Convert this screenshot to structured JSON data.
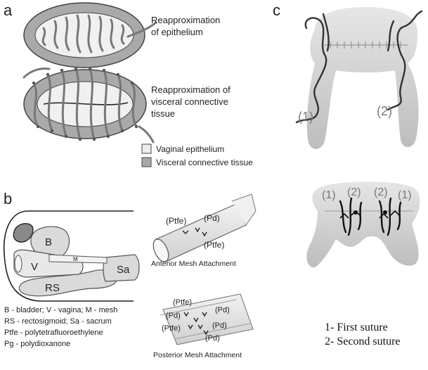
{
  "panel_a": {
    "letter": "a",
    "top_caption": [
      "Reapproximation",
      "of epithelium"
    ],
    "bottom_caption": [
      "Reapproximation of",
      "visceral connective",
      "tissue"
    ],
    "legend": [
      {
        "label": "Vaginal epithelium",
        "color": "#ececec"
      },
      {
        "label": "Visceral connective tissue",
        "color": "#a9a9a9"
      }
    ]
  },
  "panel_b": {
    "letter": "b",
    "organs": {
      "bladder": "B",
      "vagina": "V",
      "mesh": "M",
      "sacrum": "Sa",
      "rectosigmoid": "RS"
    },
    "key": [
      "B - bladder; V - vagina; M - mesh",
      "RS - rectosigmoid; Sa - sacrum",
      "Ptfe - polytetrafluoroethylene",
      "Pg - polydioxanone"
    ],
    "anterior": {
      "ptfe_top": "(Ptfe)",
      "pd": "(Pd)",
      "ptfe_bottom": "(Ptfe)",
      "caption": "Anterior Mesh Attachment"
    },
    "posterior": {
      "ptfe1": "(Ptfe)",
      "pd1": "(Pd)",
      "pd2": "(Pd)",
      "ptfe2": "(Ptfe)",
      "pd3": "(Pd)",
      "pd4": "(Pd)",
      "caption": "Posterior Mesh Attachment"
    }
  },
  "panel_c": {
    "letter": "c",
    "top_labels": [
      "(1)",
      "(2)"
    ],
    "bottom_labels": [
      "(1)",
      "(2)",
      "(2)",
      "(1)"
    ],
    "legend": [
      "1- First suture",
      "2- Second suture"
    ]
  },
  "colors": {
    "epithelium": "#ececec",
    "connective": "#a9a9a9",
    "suture": "#777777",
    "organ": "#dadada"
  }
}
